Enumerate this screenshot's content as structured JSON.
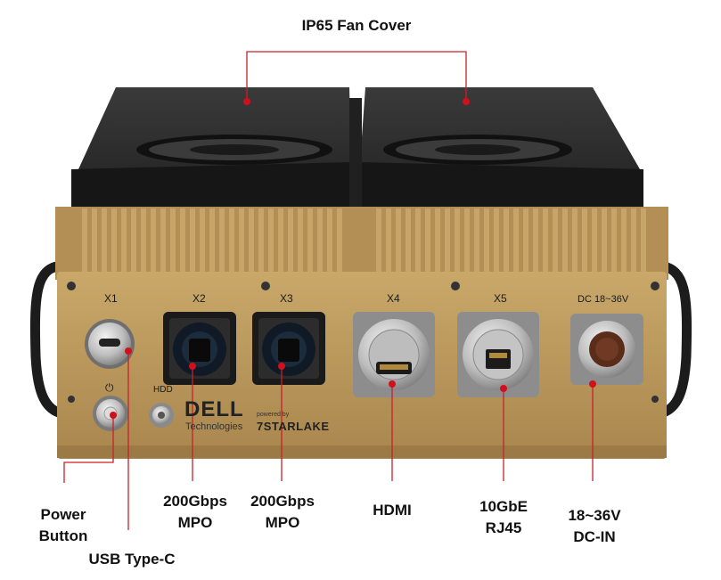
{
  "title": "IP65 Fan Cover",
  "port_labels": {
    "x1": "X1",
    "x2": "X2",
    "x3": "X3",
    "x4": "X4",
    "x5": "X5",
    "dc": "DC 18~36V",
    "hdd": "HDD"
  },
  "brand": {
    "dell": "DELL",
    "technologies": "Technologies",
    "powered_by": "powered by",
    "starlake": "7STARLAKE"
  },
  "callouts": {
    "power_button": [
      "Power",
      "Button"
    ],
    "usb_type_c": "USB Type-C",
    "mpo1": [
      "200Gbps",
      "MPO"
    ],
    "mpo2": [
      "200Gbps",
      "MPO"
    ],
    "hdmi": "HDMI",
    "rj45": [
      "10GbE",
      "RJ45"
    ],
    "dc_in": [
      "18~36V",
      "DC-IN"
    ]
  },
  "colors": {
    "chassis": "#b8955c",
    "cover": "#2b2b2b",
    "callout_line": "#c8202a",
    "callout_dot": "#d0101a"
  }
}
